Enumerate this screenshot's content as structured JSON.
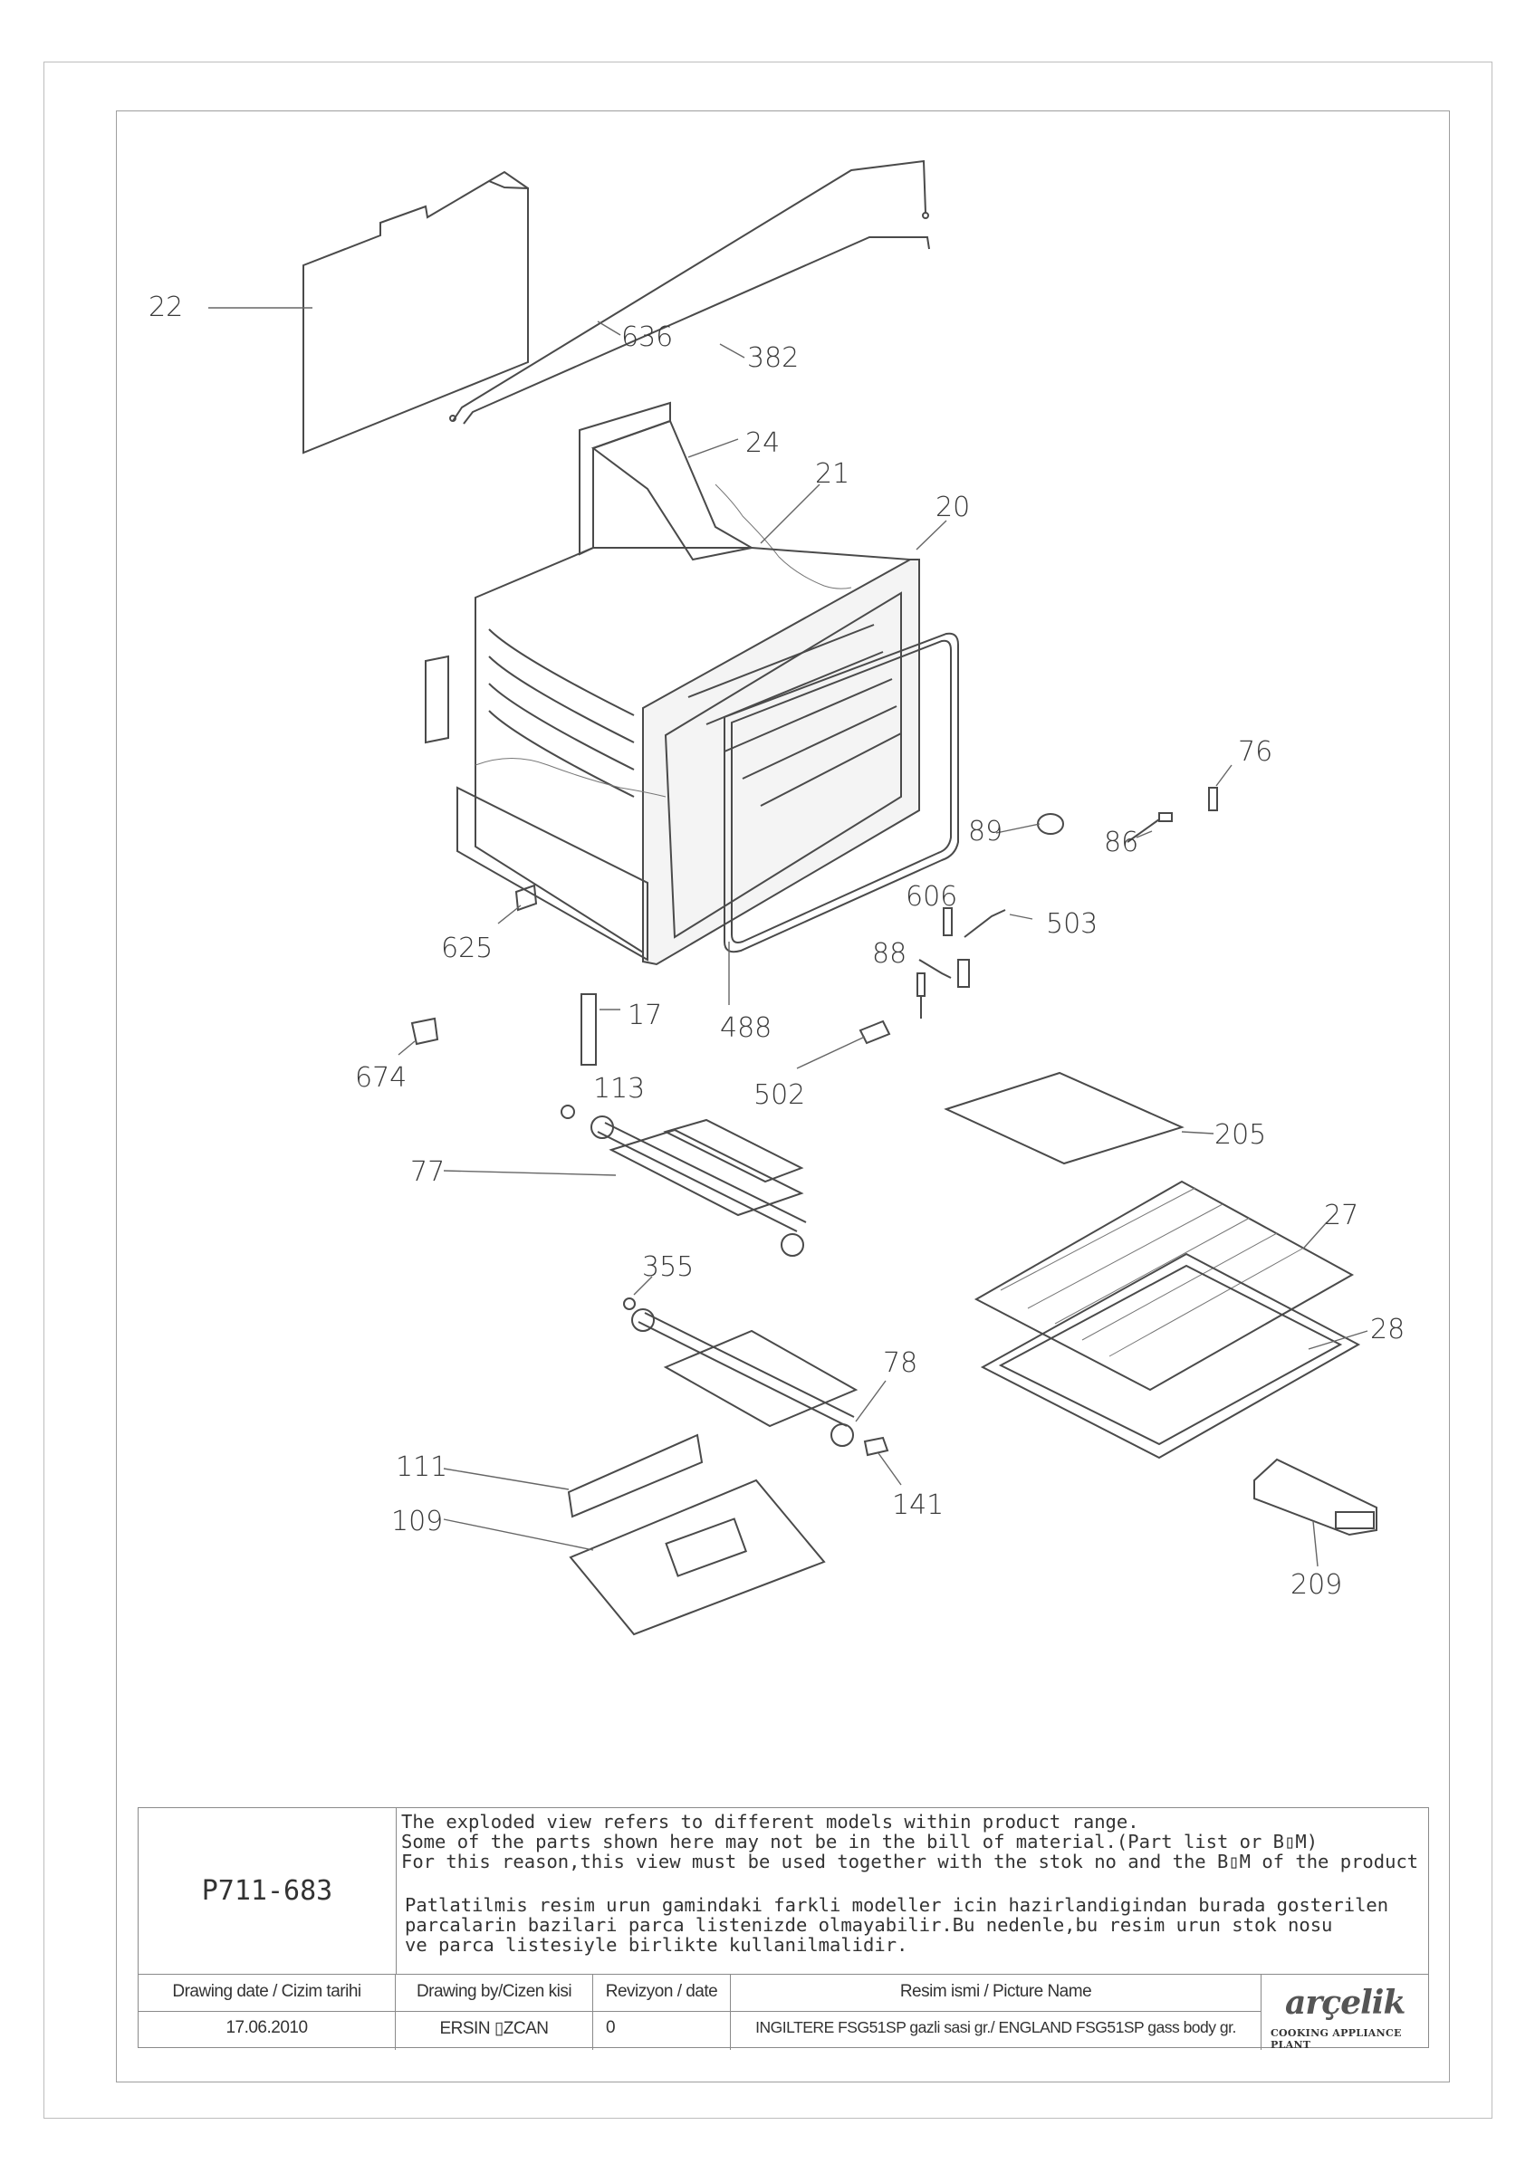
{
  "drawing": {
    "callouts": [
      "22",
      "636",
      "382",
      "24",
      "21",
      "20",
      "76",
      "89",
      "86",
      "606",
      "503",
      "88",
      "625",
      "488",
      "17",
      "674",
      "113",
      "502",
      "205",
      "77",
      "27",
      "355",
      "28",
      "78",
      "111",
      "141",
      "109",
      "209"
    ]
  },
  "title_block": {
    "drawing_code": "P711-683",
    "note_en": [
      "The exploded view refers to different models within product range.",
      "Some of the parts shown here may not be in the bill of material.(Part list or B▯M)",
      "For this reason,this view must be used together with the stok no and the B▯M of the product"
    ],
    "note_tr": [
      "Patlatilmis resim urun gamindaki farkli modeller icin hazirlandigindan burada gosterilen",
      "parcalarin bazilari parca listenizde olmayabilir.Bu nedenle,bu resim urun stok nosu",
      "ve parca listesiyle birlikte kullanilmalidir."
    ],
    "date_header": "Drawing date / Cizim tarihi",
    "date_value": "17.06.2010",
    "author_header": "Drawing by/Cizen kisi",
    "author_value": "ERSIN ▯ZCAN",
    "revision_header": "Revizyon / date",
    "revision_value": "0",
    "picture_header": "Resim ismi / Picture Name",
    "picture_value": "INGILTERE FSG51SP gazli sasi gr./ ENGLAND FSG51SP gass body gr.",
    "logo_text": "arçelik",
    "logo_subtitle": "COOKING APPLIANCE PLANT"
  }
}
